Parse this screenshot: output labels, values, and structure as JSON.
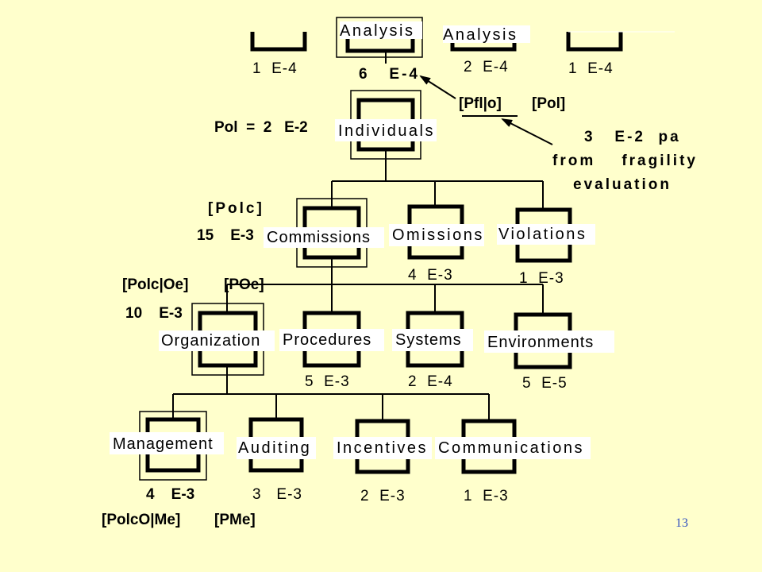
{
  "top_row": {
    "label_left": "Analysis",
    "label_right": "Analysis",
    "value_left": "1  E-4",
    "value_center": "6   E-4",
    "value_right_a": "2  E-4",
    "value_right_b": "1  E-4"
  },
  "individuals": {
    "label": "Individuals",
    "pol_value": "Pol  =  2   E-2"
  },
  "fragility": {
    "bracket_a": "[Pfl|o]",
    "bracket_b": "[Pol]",
    "line1": "3   E-2  pa",
    "line2": "from    fragility",
    "line3": "evaluation"
  },
  "level2": {
    "bracket": "[Polc]",
    "value_bold": "15    E-3",
    "commissions": "Commissions",
    "omissions": "Omissions",
    "omissions_value": "4  E-3",
    "violations": "Violations",
    "violations_value": "1  E-3"
  },
  "level3": {
    "bracket_a": "[Polc|Oe]",
    "bracket_b": "[POe]",
    "value_bold": "10    E-3",
    "organization": "Organization",
    "procedures": "Procedures",
    "procedures_value": "5  E-3",
    "systems": "Systems",
    "systems_value": "2  E-4",
    "environments": "Environments",
    "environments_value": "5  E-5"
  },
  "level4": {
    "management": "Management",
    "management_value": "4    E-3",
    "auditing": "Auditing",
    "auditing_value": "3   E-3",
    "incentives": "Incentives",
    "incentives_value": "2  E-3",
    "communications": "Communications",
    "communications_value": "1  E-3",
    "bracket_a": "[PolcO|Me]",
    "bracket_b": "[PMe]"
  },
  "page_number": "13"
}
